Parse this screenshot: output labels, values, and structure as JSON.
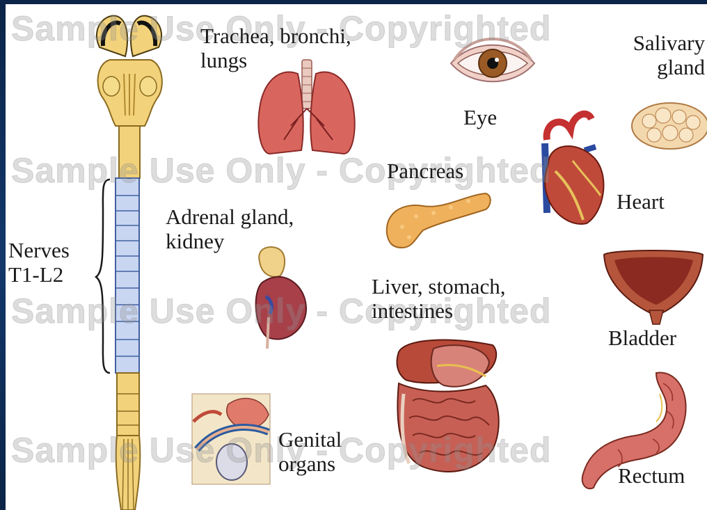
{
  "watermark": {
    "row1": "Sample Use Only - Copyrighted",
    "row2": "Sample Use Only - Copyrighted",
    "row3": "Sample Use Only - Copyrighted",
    "row4": "Sample Use Only - Copyrighted"
  },
  "labels": {
    "trachea_line1": "Trachea, bronchi,",
    "trachea_line2": "lungs",
    "salivary_line1": "Salivary",
    "salivary_line2": "gland",
    "eye": "Eye",
    "pancreas": "Pancreas",
    "heart": "Heart",
    "adrenal_line1": "Adrenal gland,",
    "adrenal_line2": "kidney",
    "nerves_line1": "Nerves",
    "nerves_line2": "T1-L2",
    "liver_line1": "Liver, stomach,",
    "liver_line2": "intestines",
    "bladder": "Bladder",
    "genital_line1": "Genital",
    "genital_line2": "organs",
    "rectum": "Rectum"
  },
  "colors": {
    "frame": "#0d2a4e",
    "spinal_cord": "#f2d27a",
    "sympathetic_segments": "#c9d6f2",
    "organ_red": "#c9524a",
    "organ_pink": "#e58f80",
    "label_text": "#1a1a1a"
  }
}
